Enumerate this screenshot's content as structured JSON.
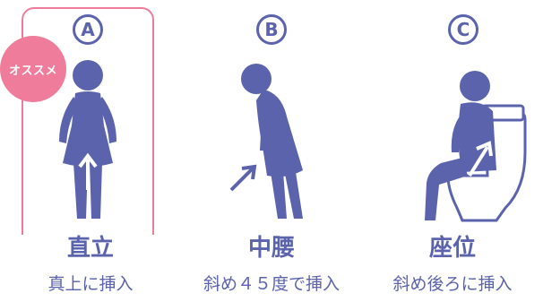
{
  "badge": "オススメ",
  "colors": {
    "figure": "#5b63ad",
    "accent": "#f07c9c",
    "arrow": "#ffffff"
  },
  "options": [
    {
      "letter": "A",
      "title": "直立",
      "subtitle": "真上に挿入",
      "recommended": true
    },
    {
      "letter": "B",
      "title": "中腰",
      "subtitle": "斜め４５度で挿入",
      "recommended": false
    },
    {
      "letter": "C",
      "title": "座位",
      "subtitle": "斜め後ろに挿入",
      "recommended": false
    }
  ]
}
